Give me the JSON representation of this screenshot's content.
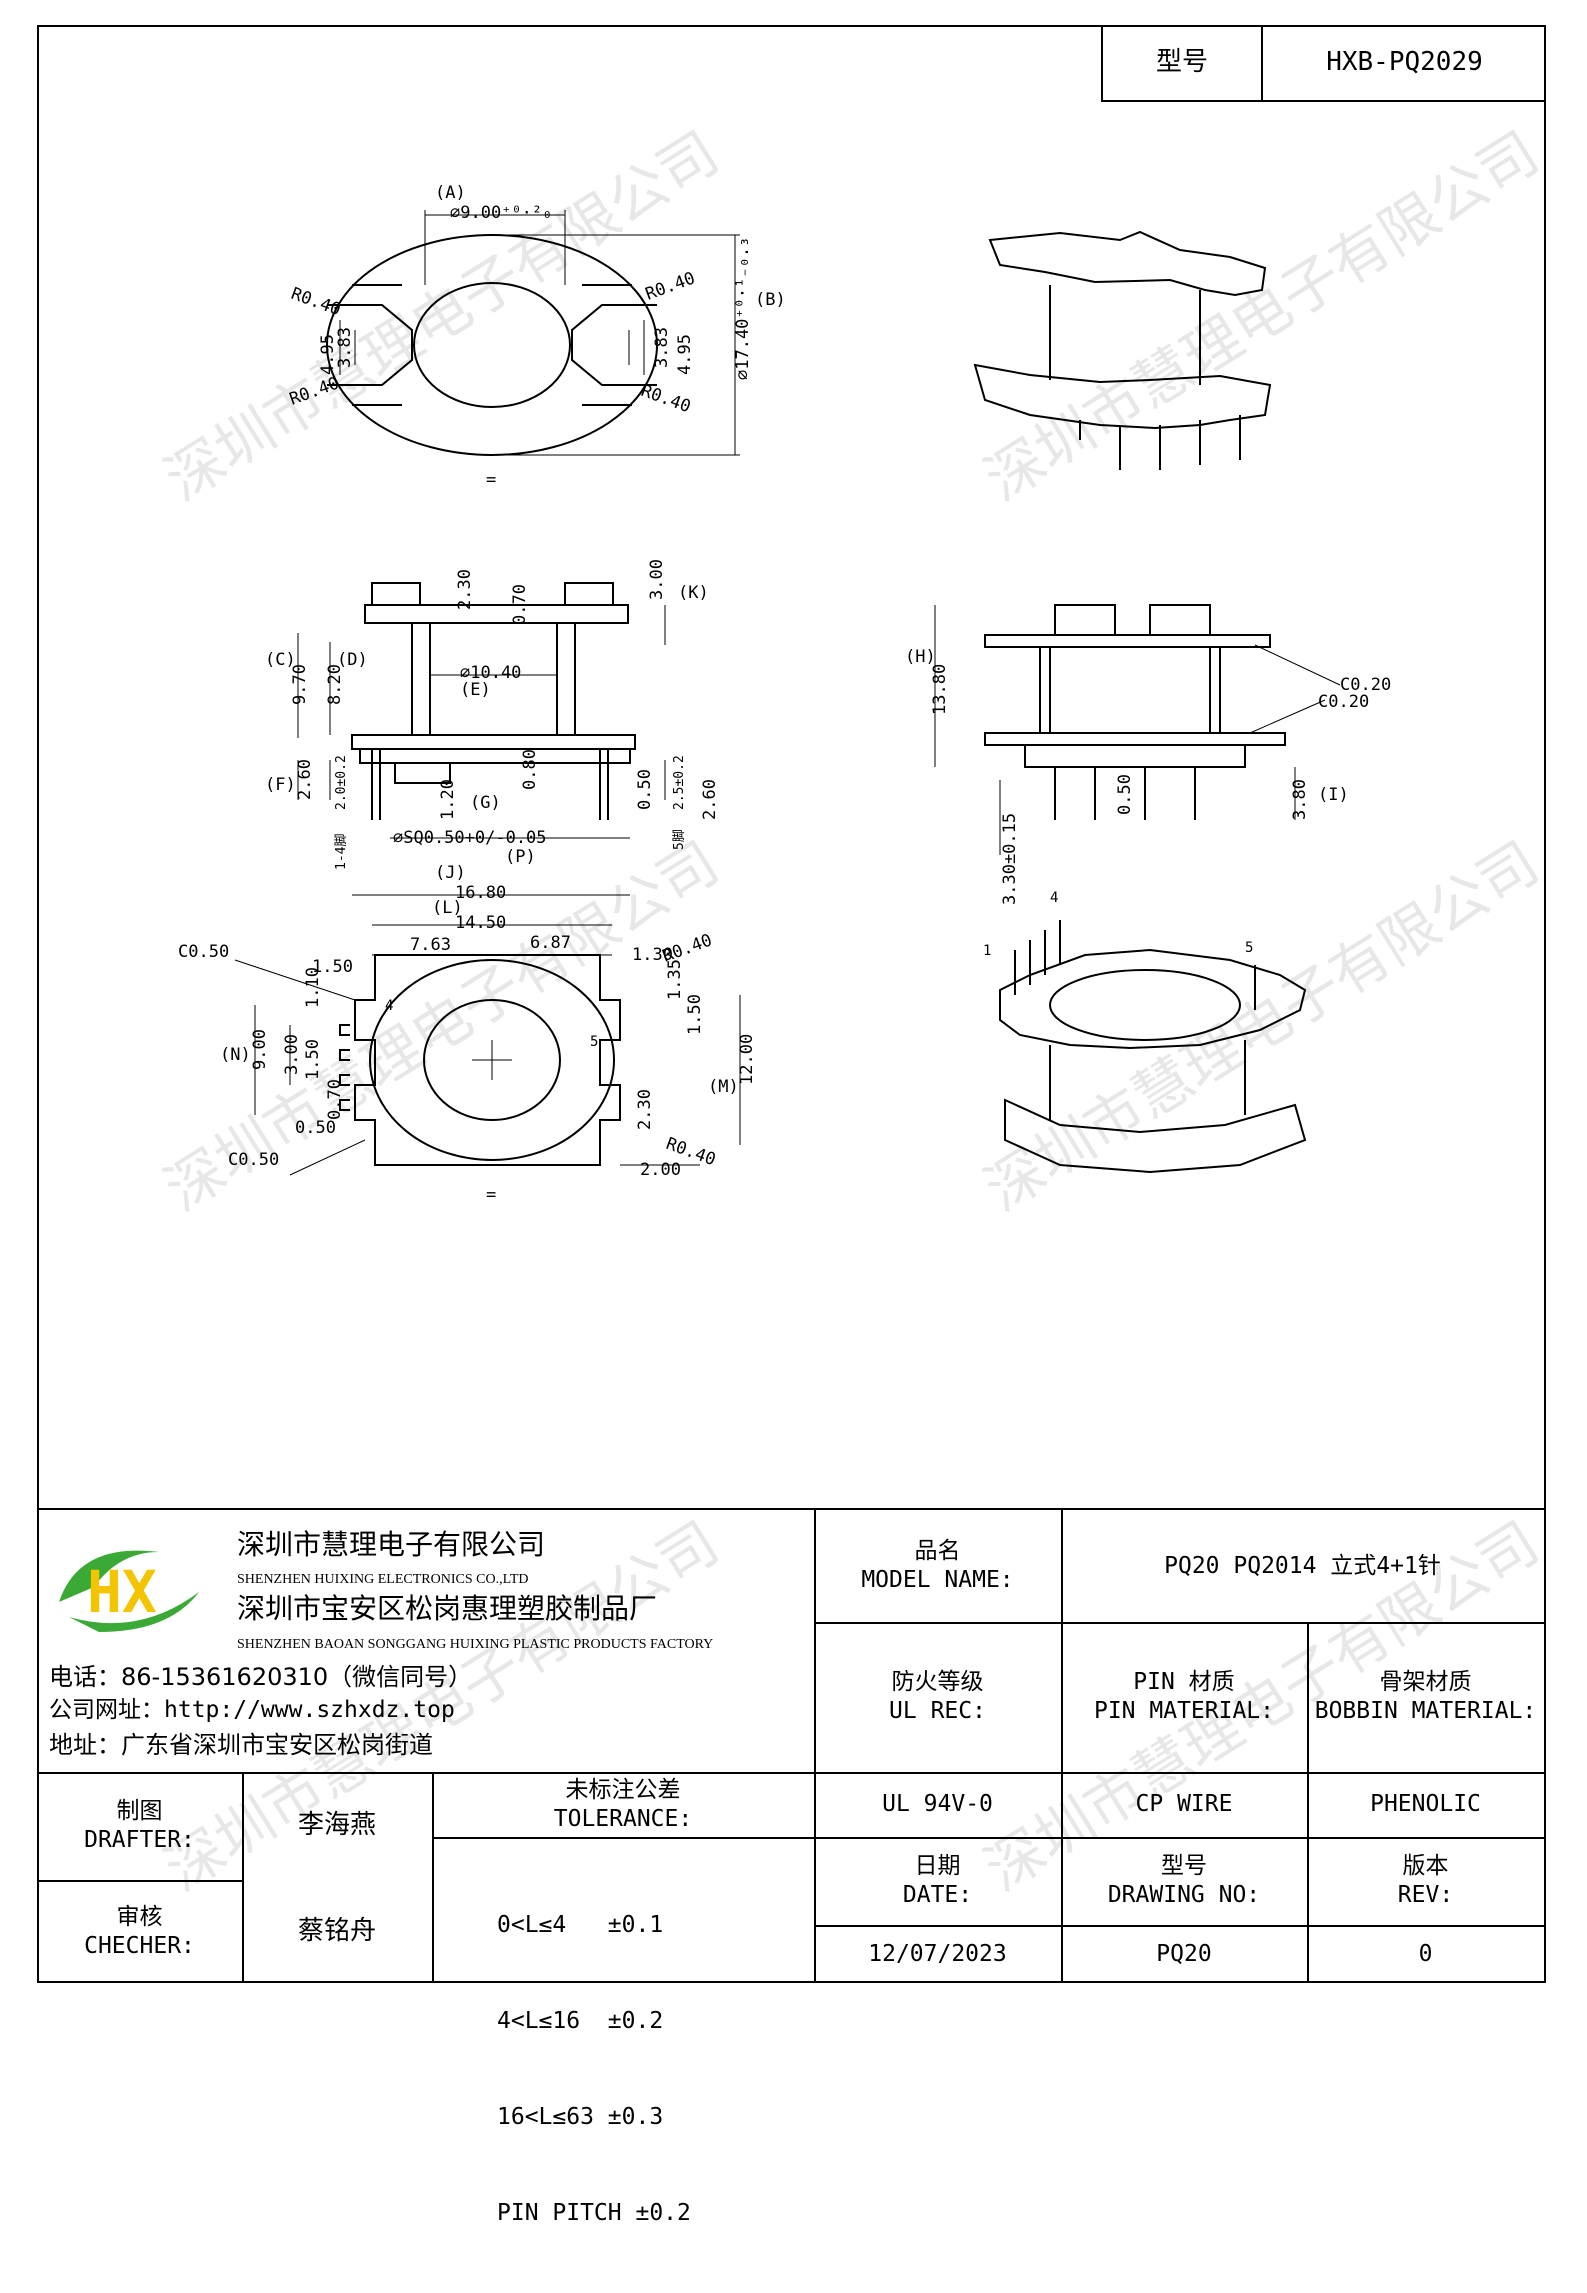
{
  "header": {
    "model_label": "型号",
    "model_value": "HXB-PQ2029"
  },
  "drawing": {
    "top_view": {
      "dims": [
        "(A)",
        "⌀9.00⁺⁰·²₀",
        "(B)",
        "⌀17.40⁺⁰·¹₋₀.₃",
        "R0.40",
        "R0.40",
        "R0.40",
        "R0.40",
        "4.95",
        "3.83",
        "3.83",
        "4.95"
      ],
      "ref": "="
    },
    "side_view": {
      "dims": [
        "2.30",
        "0.70",
        "3.00",
        "(K)",
        "(C)",
        "9.70",
        "(D)",
        "8.20",
        "⌀10.40",
        "(E)",
        "(F)",
        "2.60",
        "2.0±0.2",
        "1-4脚",
        "1.20",
        "(G)",
        "0.80",
        "0.50",
        "2.5±0.2",
        "5脚",
        "2.60",
        "⌀SQ0.50+0/-0.05",
        "(P)"
      ]
    },
    "side_view_right": {
      "dims": [
        "(H)",
        "13.80",
        "C0.20",
        "C0.20",
        "0.50",
        "3.80",
        "(I)",
        "3.30±0.15"
      ]
    },
    "bottom_view": {
      "dims": [
        "(J)",
        "16.80",
        "(L)",
        "14.50",
        "7.63",
        "6.87",
        "C0.50",
        "1.50",
        "1.10",
        "1.30",
        "R0.40",
        "1.35",
        "1.50",
        "(N)",
        "9.00",
        "3.00",
        "1.50",
        "0.70",
        "0.50",
        "C0.50",
        "12.00",
        "(M)",
        "2.30",
        "R0.40",
        "2.00",
        "4",
        "5"
      ],
      "ref": "="
    },
    "iso_bottom_pins": [
      "1",
      "4",
      "5"
    ]
  },
  "watermark": "深圳市慧理电子有限公司",
  "company": {
    "name_cn": "深圳市慧理电子有限公司",
    "name_en": "SHENZHEN HUIXING ELECTRONICS CO.,LTD",
    "factory_cn": "深圳市宝安区松岗惠理塑胶制品厂",
    "factory_en": "SHENZHEN BAOAN SONGGANG HUIXING PLASTIC PRODUCTS FACTORY",
    "phone": "电话：86-15361620310（微信同号）",
    "website": "公司网址：http://www.szhxdz.top",
    "address": "地址：广东省深圳市宝安区松岗街道",
    "logo_text": "HX"
  },
  "title_block": {
    "model_name_cn": "品名",
    "model_name_en": "MODEL NAME:",
    "model_name_value": "PQ20 PQ2014 立式4+1针",
    "ul_cn": "防火等级",
    "ul_en": "UL REC:",
    "pin_cn": "PIN 材质",
    "pin_en": "PIN MATERIAL:",
    "bobbin_cn": "骨架材质",
    "bobbin_en": "BOBBIN MATERIAL:",
    "ul_value": "UL 94V-0",
    "pin_value": "CP WIRE",
    "bobbin_value": "PHENOLIC",
    "drafter_cn": "制图",
    "drafter_en": "DRAFTER:",
    "drafter_name": "李海燕",
    "checker_cn": "审核",
    "checker_en": "CHECHER:",
    "checker_name": "蔡铭舟",
    "tol_cn": "未标注公差",
    "tol_en": "TOLERANCE:",
    "tol_lines": [
      "0<L≤4   ±0.1",
      "4<L≤16  ±0.2",
      "16<L≤63 ±0.3",
      "PIN PITCH ±0.2"
    ],
    "date_cn": "日期",
    "date_en": "DATE:",
    "date_value": "12/07/2023",
    "dwg_cn": "型号",
    "dwg_en": "DRAWING NO:",
    "dwg_value": "PQ20",
    "rev_cn": "版本",
    "rev_en": "REV:",
    "rev_value": "0"
  },
  "colors": {
    "logo_green": "#3aa935",
    "logo_yellow": "#f2c500",
    "line": "#000000"
  }
}
